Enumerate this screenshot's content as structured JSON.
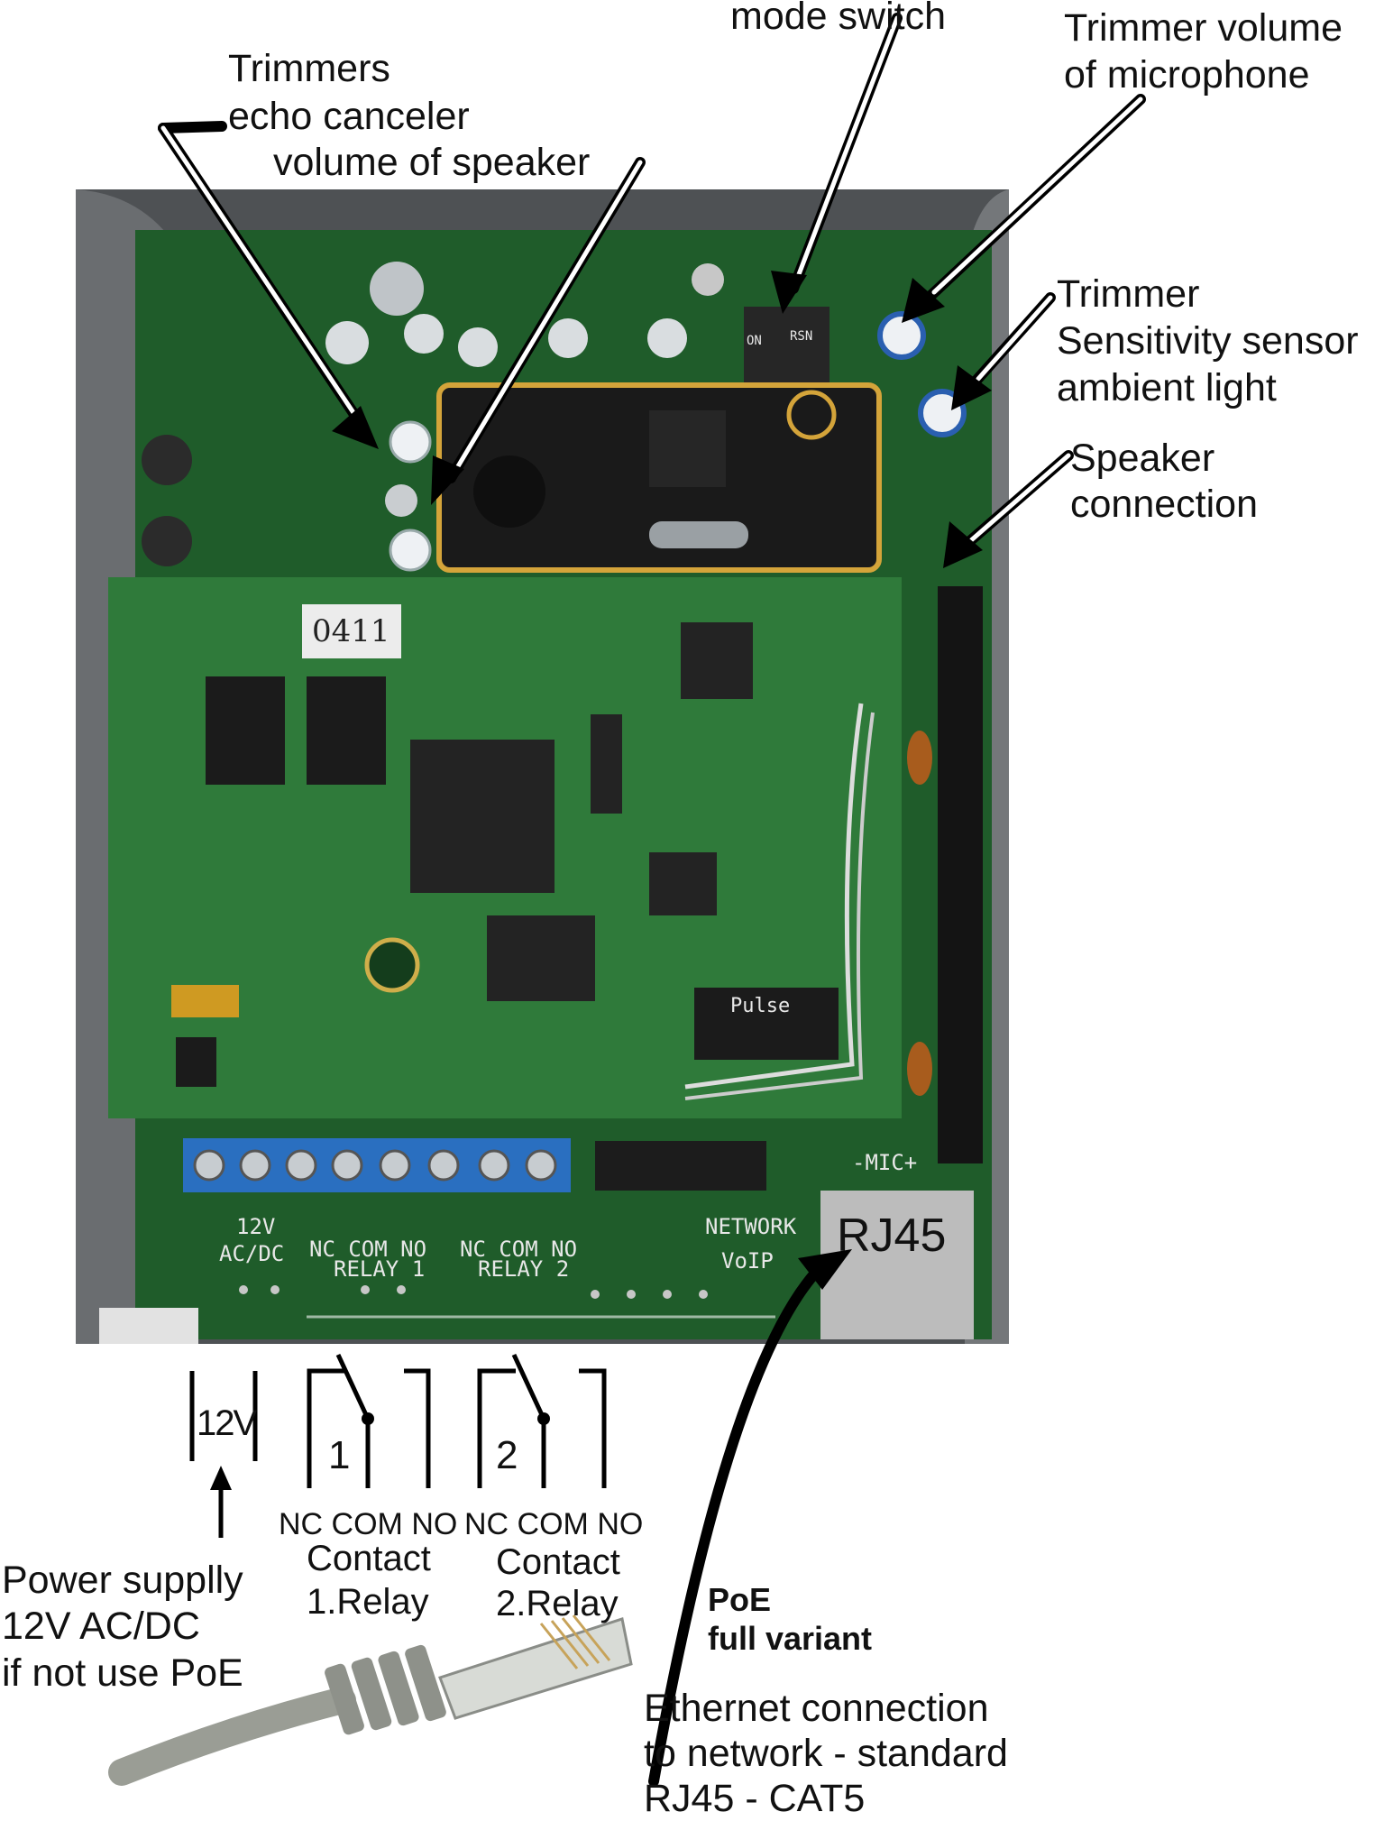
{
  "callouts": {
    "mode_switch": "mode switch",
    "trimmers_title": "Trimmers",
    "trimmers_echo": "echo canceler",
    "trimmers_speaker": "volume of speaker",
    "mic_line1": "Trimmer volume",
    "mic_line2": "of microphone",
    "light_line1": "Trimmer",
    "light_line2": "Sensitivity sensor",
    "light_line3": "ambient light",
    "speaker_line1": "Speaker",
    "speaker_line2": "connection"
  },
  "board_labels": {
    "chip_id": "0411",
    "dip_on": "ON",
    "dip_rsn": "RSN",
    "power": "12V",
    "power2": "AC/DC",
    "relay1_pins": "NC COM NO",
    "relay1": "RELAY 1",
    "relay2_pins": "NC COM NO",
    "relay2": "RELAY 2",
    "network": "NETWORK",
    "voip": "VoIP",
    "mic": "-MIC+",
    "pulse": "Pulse",
    "rj45": "RJ45"
  },
  "schematic": {
    "power_value": "12V",
    "relay1_number": "1",
    "relay2_number": "2",
    "relay1_pins": "NC COM NO",
    "relay2_pins": "NC COM NO",
    "contact1_line1": "Contact",
    "contact1_line2": "1.Relay",
    "contact2_line1": "Contact",
    "contact2_line2": "2.Relay"
  },
  "bottom": {
    "power_line1": "Power supplly",
    "power_line2": "12V AC/DC",
    "power_line3": "if not use PoE",
    "poe_line1": "PoE",
    "poe_line2": "full variant",
    "eth_line1": "Ethernet connection",
    "eth_line2": "to network - standard",
    "eth_line3": "RJ45 - CAT5"
  },
  "colors": {
    "pcb": "#2f7a3a",
    "pcb_dark": "#1e5a28",
    "housing": "#5a5d60",
    "terminal": "#2a6fc0",
    "module_border": "#d4a43a"
  }
}
